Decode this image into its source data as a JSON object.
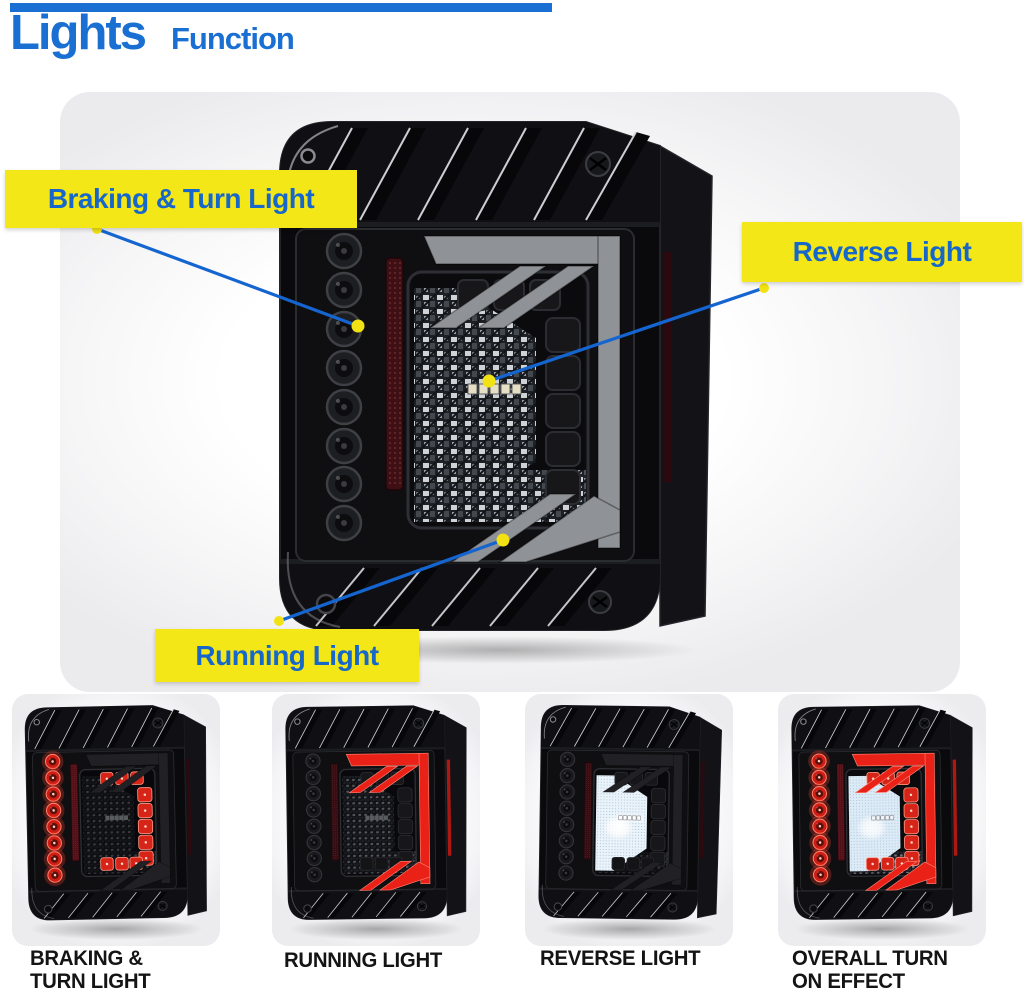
{
  "header": {
    "title": "Lights",
    "subtitle": "Function"
  },
  "callouts": {
    "braking": {
      "label": "Braking & Turn Light"
    },
    "reverse": {
      "label": "Reverse Light"
    },
    "running": {
      "label": "Running Light"
    }
  },
  "thumbnails": [
    {
      "mode": "braking",
      "caption_line1": "BRAKING &",
      "caption_line2": "TURN LIGHT"
    },
    {
      "mode": "running",
      "caption_line1": "RUNNING LIGHT",
      "caption_line2": ""
    },
    {
      "mode": "reverse",
      "caption_line1": "REVERSE LIGHT",
      "caption_line2": ""
    },
    {
      "mode": "overall",
      "caption_line1": "OVERALL TURN",
      "caption_line2": "ON EFFECT"
    }
  ],
  "colors": {
    "accent_blue": "#1a6fd2",
    "label_yellow": "#f3e717",
    "label_text_blue": "#1767cb",
    "leader_blue": "#1565d0",
    "leader_dot_yellow": "#f2e113",
    "lit_red": "#ea2117",
    "reverse_white": "#e9f3fb",
    "caption_text": "#141414"
  }
}
